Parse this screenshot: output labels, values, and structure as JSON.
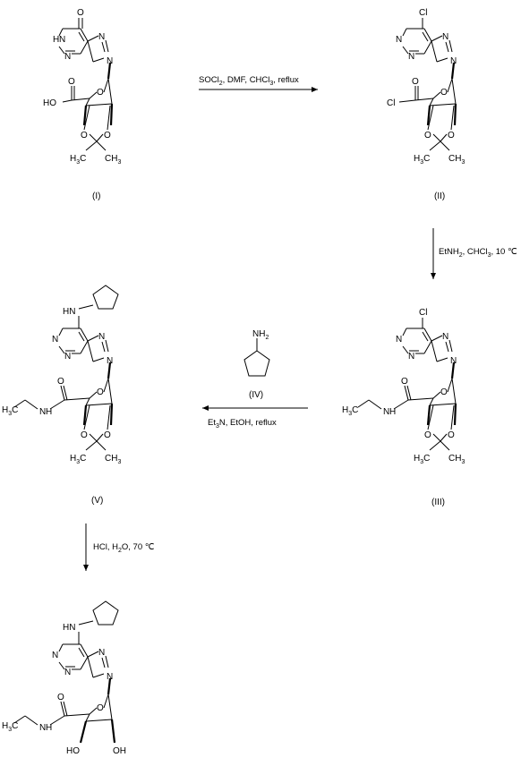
{
  "compounds": {
    "I": {
      "label": "(I)",
      "atoms": {
        "O_top": "O",
        "HN": "H",
        "HN_N": "N",
        "N1": "N",
        "N2": "N",
        "N9": "N",
        "O_ring": "O",
        "HO": "HO",
        "O1": "O",
        "O2": "O",
        "C_me1": "H",
        "C_me1_sub": "3",
        "C_me1_C": "C",
        "C_me2": "CH",
        "C_me2_sub": "3"
      }
    },
    "II": {
      "label": "(II)",
      "atoms": {
        "Cl_top": "Cl",
        "N1": "N",
        "N2": "N",
        "N3": "N",
        "N9": "N",
        "O_ring": "O",
        "Cl_acyl": "Cl",
        "O1": "O",
        "O2": "O",
        "C_me1": "H",
        "C_me1_sub": "3",
        "C_me1_C": "C",
        "C_me2": "CH",
        "C_me2_sub": "3"
      }
    },
    "III": {
      "label": "(III)",
      "atoms": {
        "Cl_top": "Cl",
        "N1": "N",
        "N2": "N",
        "N3": "N",
        "N9": "N",
        "O_ring": "O",
        "O_amide": "O",
        "NH": "N",
        "NH_H": "H",
        "H3C": "H",
        "H3C_sub": "3",
        "H3C_C": "C",
        "O1": "O",
        "O2": "O",
        "C_me1": "H",
        "C_me1_sub": "3",
        "C_me1_C": "C",
        "C_me2": "CH",
        "C_me2_sub": "3"
      }
    },
    "IV": {
      "label": "(IV)",
      "atoms": {
        "NH2": "NH",
        "NH2_sub": "2"
      }
    },
    "V": {
      "label": "(V)",
      "atoms": {
        "HN": "HN",
        "N1": "N",
        "N2": "N",
        "N3": "N",
        "N9": "N",
        "O_ring": "O",
        "O_amide": "O",
        "NH": "N",
        "NH_H": "H",
        "H3C": "H",
        "H3C_sub": "3",
        "H3C_C": "C",
        "O1": "O",
        "O2": "O",
        "C_me1": "H",
        "C_me1_sub": "3",
        "C_me1_C": "C",
        "C_me2": "CH",
        "C_me2_sub": "3"
      }
    },
    "VI": {
      "atoms": {
        "HN": "HN",
        "N1": "N",
        "N2": "N",
        "N3": "N",
        "N9": "N",
        "O_ring": "O",
        "O_amide": "O",
        "NH": "N",
        "NH_H": "H",
        "H3C": "H",
        "H3C_sub": "3",
        "H3C_C": "C",
        "HO1": "HO",
        "HO2": "OH"
      }
    }
  },
  "reactions": {
    "r1": {
      "p1": "SOCl",
      "p1_sub": "2",
      "p2": ", DMF, CHCl",
      "p2_sub": "3",
      "p3": ", reflux"
    },
    "r2": {
      "p1": "EtNH",
      "p1_sub": "2",
      "p2": ", CHCl",
      "p2_sub": "3",
      "p3": ", 10 ℃"
    },
    "r3": {
      "p1": "Et",
      "p1_sub": "3",
      "p2": "N, EtOH, reflux"
    },
    "r4": {
      "p1": "HCl, H",
      "p1_sub": "2",
      "p2": "O, 70 ℃"
    }
  },
  "colors": {
    "ink": "#000000",
    "background": "#ffffff"
  }
}
